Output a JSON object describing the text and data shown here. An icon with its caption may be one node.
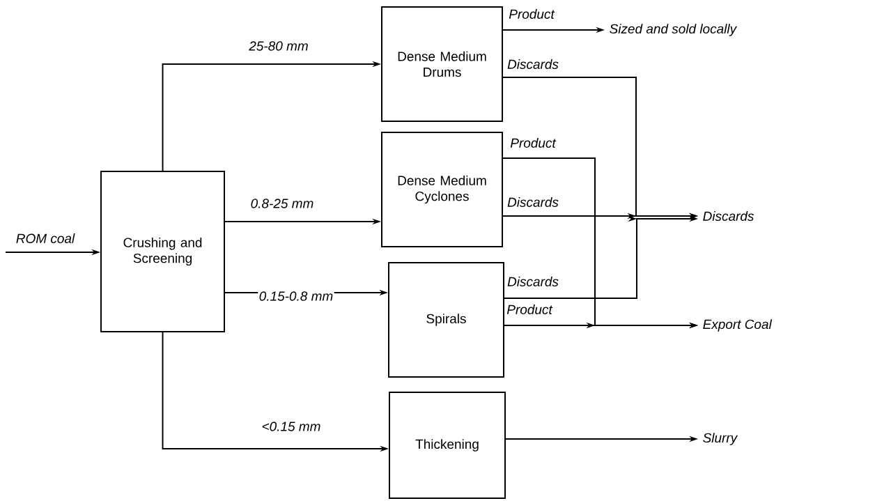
{
  "diagram": {
    "nodes": [
      {
        "text": [
          "Crushing and Screening"
        ]
      },
      {
        "text": [
          "Dense Medium Drums"
        ]
      },
      {
        "text": [
          "Dense Medium Cyclones"
        ]
      },
      {
        "text": [
          "Spirals"
        ]
      },
      {
        "text": [
          "Thickening"
        ]
      },
      {
        "text": [
          "Sized and sold locally"
        ]
      },
      {
        "text": [
          "Discards"
        ]
      },
      {
        "text": [
          "Export Coal"
        ]
      },
      {
        "text": [
          "Slurry"
        ]
      }
    ],
    "edges": [
      {
        "from": null,
        "to": 0,
        "arrow": "to",
        "label": "ROM coal"
      },
      {
        "from": 0,
        "to": 1,
        "arrow": "to",
        "label": "25-80 mm"
      },
      {
        "from": 0,
        "to": 2,
        "arrow": "to",
        "label": "0.8-25 mm"
      },
      {
        "from": 0,
        "to": 3,
        "arrow": "to",
        "label": "0.15-0.8 mm"
      },
      {
        "from": 0,
        "to": 4,
        "arrow": "to",
        "label": "<0.15 mm"
      },
      {
        "from": 1,
        "to": 5,
        "arrow": "to",
        "label": "Product"
      },
      {
        "from": 1,
        "to": 6,
        "arrow": "to",
        "label": "Discards"
      },
      {
        "from": 2,
        "to": 7,
        "arrow": "to",
        "label": "Product"
      },
      {
        "from": 2,
        "to": 6,
        "arrow": "to",
        "label": "Discards"
      },
      {
        "from": 3,
        "to": 6,
        "arrow": "to",
        "label": "Discards"
      },
      {
        "from": 3,
        "to": 7,
        "arrow": "to",
        "label": "Product"
      },
      {
        "from": 4,
        "to": 8,
        "arrow": "to"
      }
    ]
  }
}
